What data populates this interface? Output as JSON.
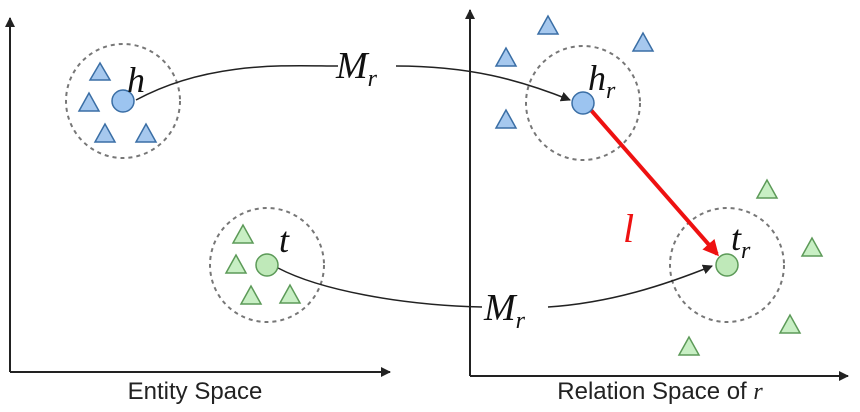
{
  "captions": {
    "entity_space": "Entity Space",
    "relation_space_prefix": "Relation Space of ",
    "relation_space_var": "r"
  },
  "labels": {
    "head": "h",
    "tail": "t",
    "head_projected": "h",
    "head_projected_sub": "r",
    "tail_projected": "t",
    "tail_projected_sub": "r",
    "projection_top": "M",
    "projection_top_sub": "r",
    "projection_bottom": "M",
    "projection_bottom_sub": "r",
    "relation_vector": "l"
  },
  "colors": {
    "blue_fill": "#a6c8ee",
    "blue_stroke": "#3a6ea5",
    "blue_dot": "#9cc4f0",
    "green_fill": "#c8efc4",
    "green_stroke": "#5c9a58",
    "green_dot": "#bfe9b9",
    "relation_arrow": "#ee1111",
    "axis": "#222222",
    "dashed_circle": "#777777"
  },
  "icons": {
    "head_neighbors": "blue-triangle-icon",
    "tail_neighbors": "green-triangle-icon"
  }
}
